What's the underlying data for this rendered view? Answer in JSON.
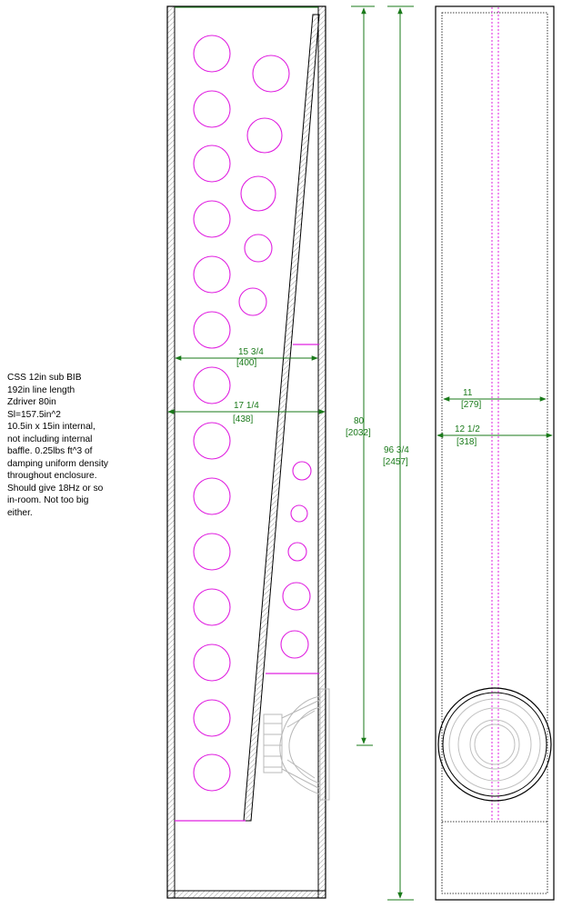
{
  "notes": {
    "lines": [
      "CSS 12in sub BIB",
      "192in line length",
      "Zdriver 80in",
      "Sl=157.5in^2",
      "10.5in  x 15in  internal,",
      "not including internal",
      "baffle. 0.25lbs ft^3 of",
      "damping uniform density",
      "throughout enclosure.",
      "Should give 18Hz or so",
      "in-room. Not too big",
      "either."
    ]
  },
  "dimensions": {
    "inner_width": {
      "imperial": "15 3/4",
      "metric": "[400]"
    },
    "outer_width": {
      "imperial": "17 1/4",
      "metric": "[438]"
    },
    "driver_height": {
      "imperial": "80",
      "metric": "[2032]"
    },
    "total_height": {
      "imperial": "96 3/4",
      "metric": "[2457]"
    },
    "side_inner_depth": {
      "imperial": "11",
      "metric": "[279]"
    },
    "side_outer_depth": {
      "imperial": "12 1/2",
      "metric": "[318]"
    }
  },
  "colors": {
    "outline": "#000000",
    "hatch": "#888888",
    "dimension": "#1a7a1a",
    "damping": "#e020e0",
    "driver": "#b0b0b0"
  }
}
